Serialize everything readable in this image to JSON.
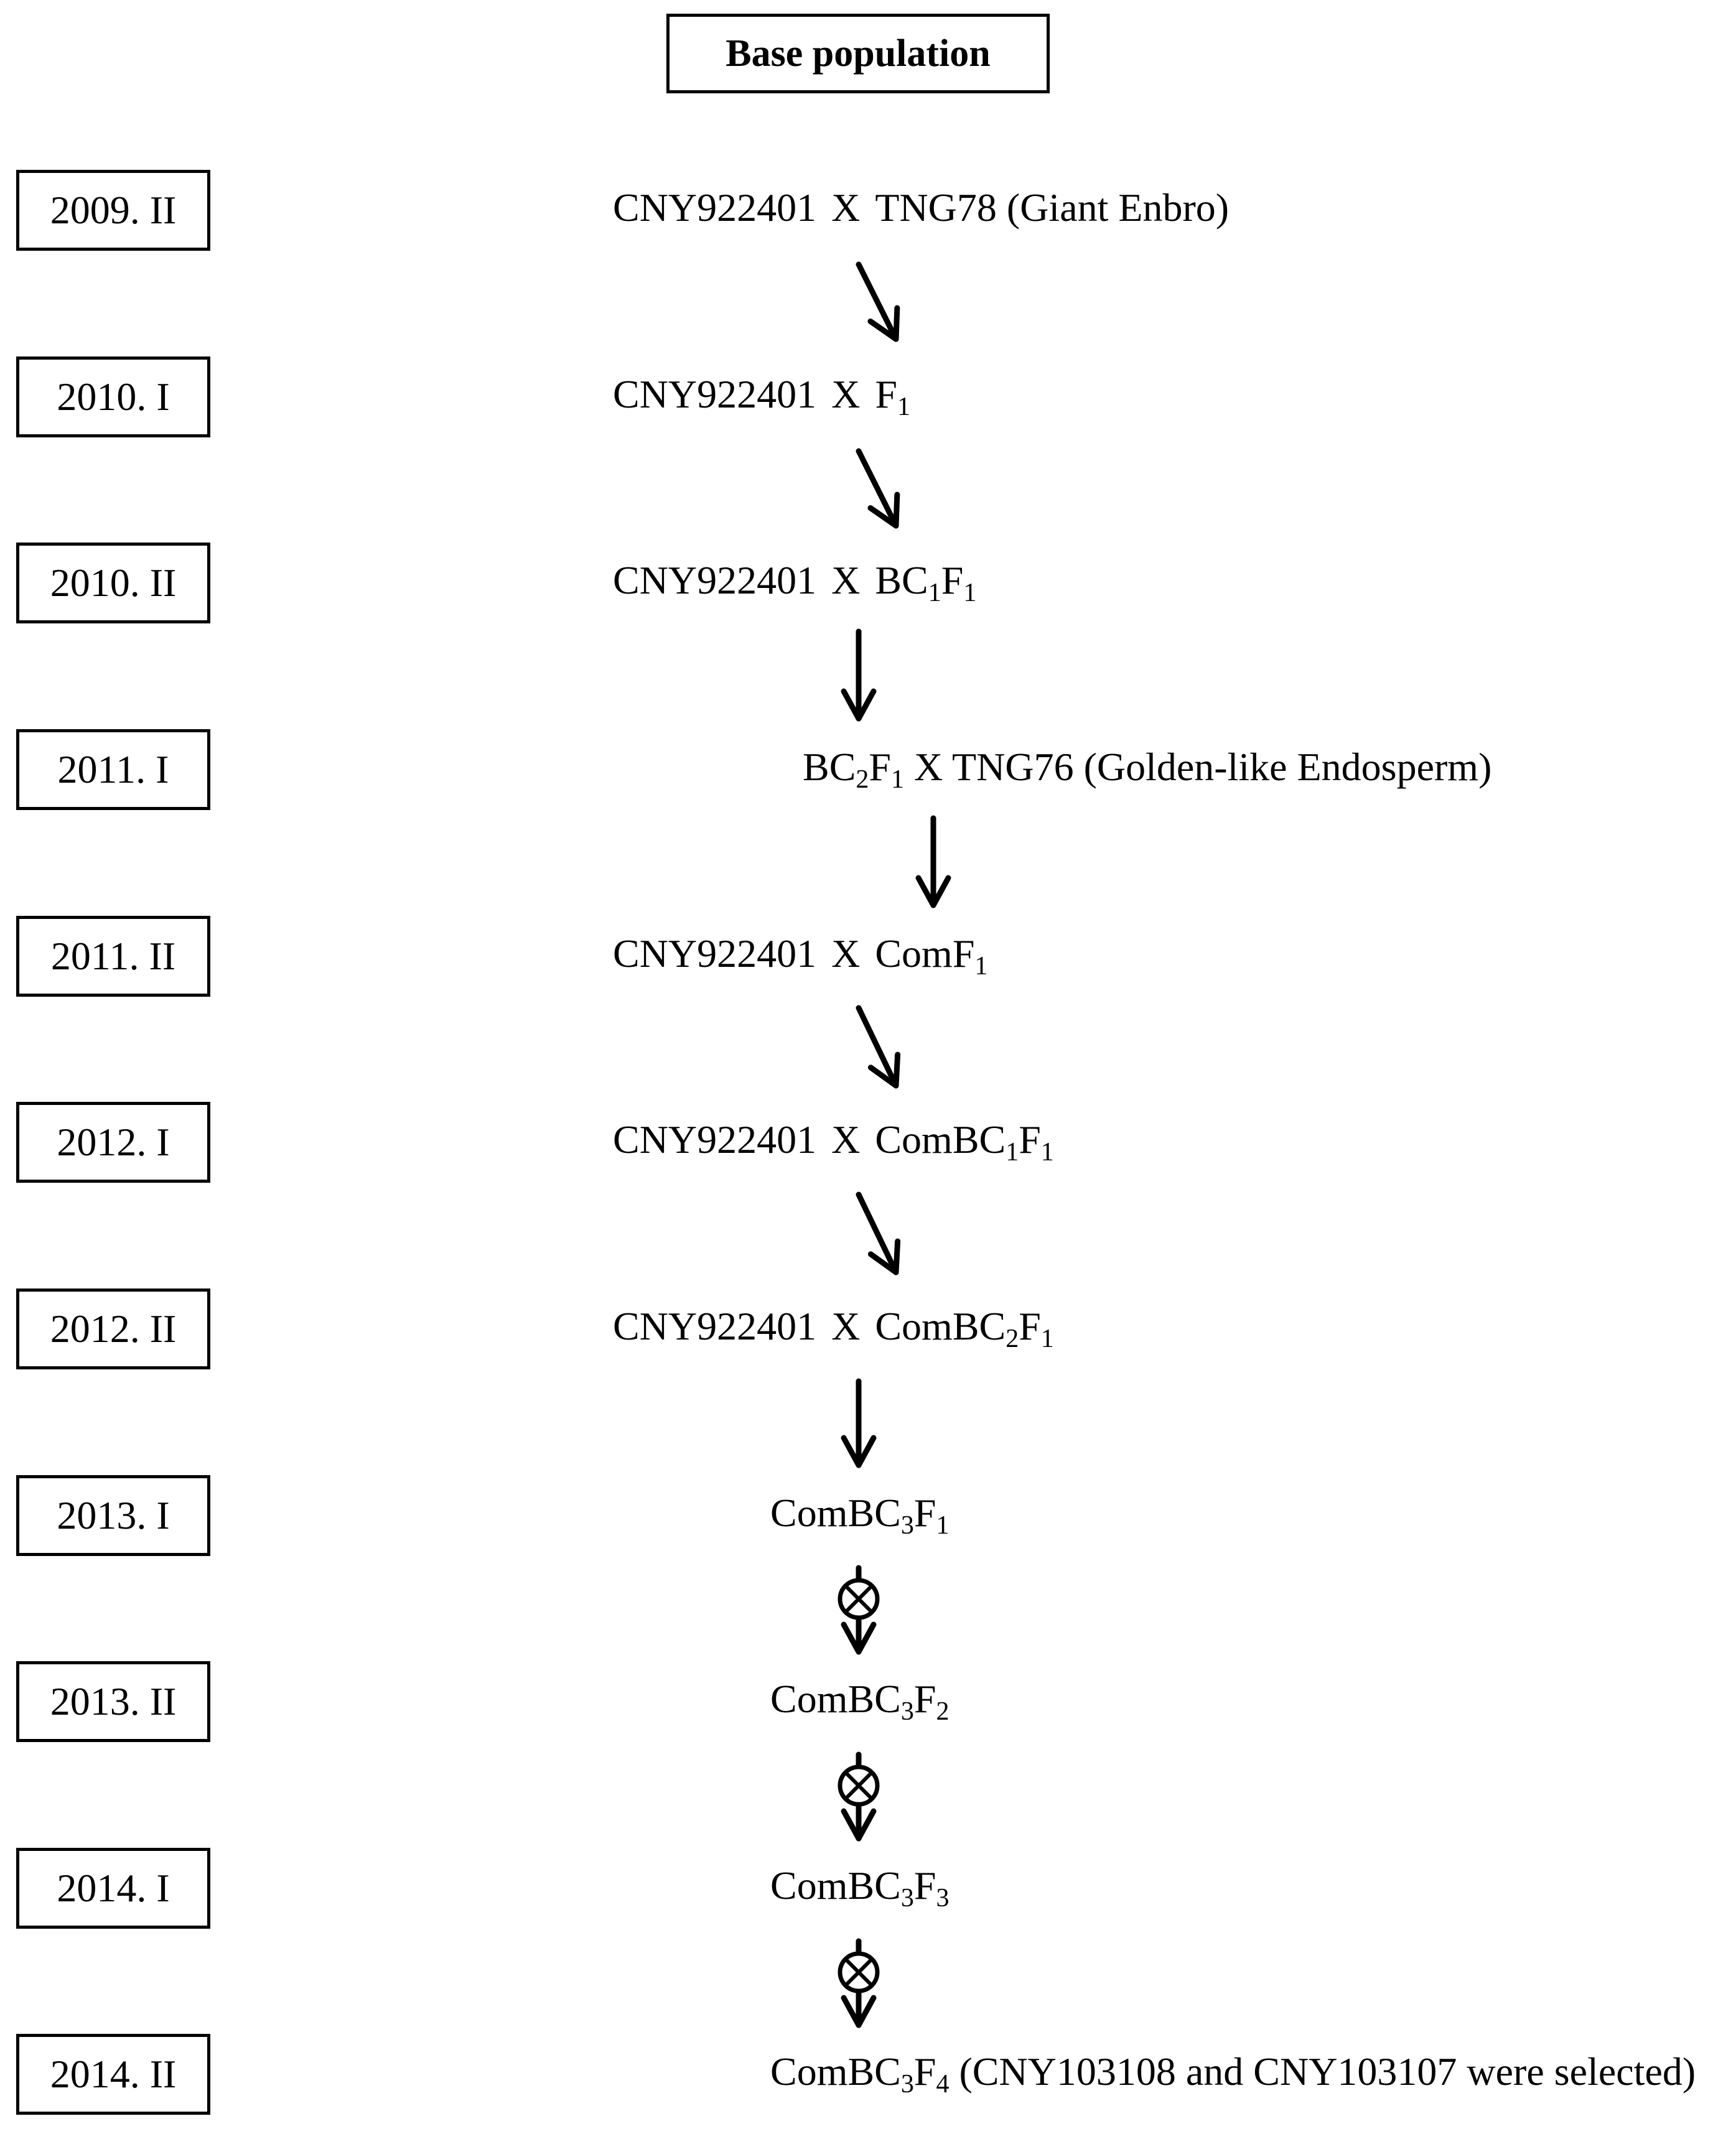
{
  "title": "Base population",
  "seasons": [
    {
      "season": "2009. II",
      "cross": [
        {
          "t": "CNY922401"
        },
        {
          "sep": true
        },
        {
          "t": "X"
        },
        {
          "sep": true
        },
        {
          "t": "TNG78 (Giant Enbro)"
        }
      ]
    },
    {
      "season": "2010. I",
      "cross": [
        {
          "t": "CNY922401"
        },
        {
          "sep": true
        },
        {
          "t": "X"
        },
        {
          "sep": true
        },
        {
          "t": "F"
        },
        {
          "sub": "1"
        }
      ]
    },
    {
      "season": "2010. II",
      "cross": [
        {
          "t": "CNY922401"
        },
        {
          "sep": true
        },
        {
          "t": "X"
        },
        {
          "sep": true
        },
        {
          "t": "BC"
        },
        {
          "sub": "1"
        },
        {
          "t": "F"
        },
        {
          "sub": "1"
        }
      ]
    },
    {
      "season": "2011. I",
      "cross": [
        {
          "t": "BC"
        },
        {
          "sub": "2"
        },
        {
          "t": "F"
        },
        {
          "sub": "1"
        },
        {
          "t": " X TNG76 (Golden-like Endosperm)"
        }
      ]
    },
    {
      "season": "2011. II",
      "cross": [
        {
          "t": "CNY922401"
        },
        {
          "sep": true
        },
        {
          "t": "X"
        },
        {
          "sep": true
        },
        {
          "t": "ComF"
        },
        {
          "sub": "1"
        }
      ]
    },
    {
      "season": "2012. I",
      "cross": [
        {
          "t": "CNY922401"
        },
        {
          "sep": true
        },
        {
          "t": "X"
        },
        {
          "sep": true
        },
        {
          "t": "ComBC"
        },
        {
          "sub": "1"
        },
        {
          "t": "F"
        },
        {
          "sub": "1"
        }
      ]
    },
    {
      "season": "2012. II",
      "cross": [
        {
          "t": "CNY922401"
        },
        {
          "sep": true
        },
        {
          "t": "X"
        },
        {
          "sep": true
        },
        {
          "t": "ComBC"
        },
        {
          "sub": "2"
        },
        {
          "t": "F"
        },
        {
          "sub": "1"
        }
      ]
    },
    {
      "season": "2013. I",
      "cross": [
        {
          "t": "ComBC"
        },
        {
          "sub": "3"
        },
        {
          "t": "F"
        },
        {
          "sub": "1"
        }
      ]
    },
    {
      "season": "2013. II",
      "cross": [
        {
          "t": "ComBC"
        },
        {
          "sub": "3"
        },
        {
          "t": "F"
        },
        {
          "sub": "2"
        }
      ]
    },
    {
      "season": "2014. I",
      "cross": [
        {
          "t": "ComBC"
        },
        {
          "sub": "3"
        },
        {
          "t": "F"
        },
        {
          "sub": "3"
        }
      ]
    },
    {
      "season": "2014. II",
      "cross": [
        {
          "t": "ComBC"
        },
        {
          "sub": "3"
        },
        {
          "t": "F"
        },
        {
          "sub": "4"
        },
        {
          "t": " (CNY103108 and CNY103107 were selected)"
        }
      ]
    }
  ],
  "transitions": [
    {
      "kind": "backcross"
    },
    {
      "kind": "backcross"
    },
    {
      "kind": "cross"
    },
    {
      "kind": "cross"
    },
    {
      "kind": "backcross"
    },
    {
      "kind": "backcross"
    },
    {
      "kind": "cross"
    },
    {
      "kind": "selfing"
    },
    {
      "kind": "selfing"
    },
    {
      "kind": "selfing"
    }
  ]
}
